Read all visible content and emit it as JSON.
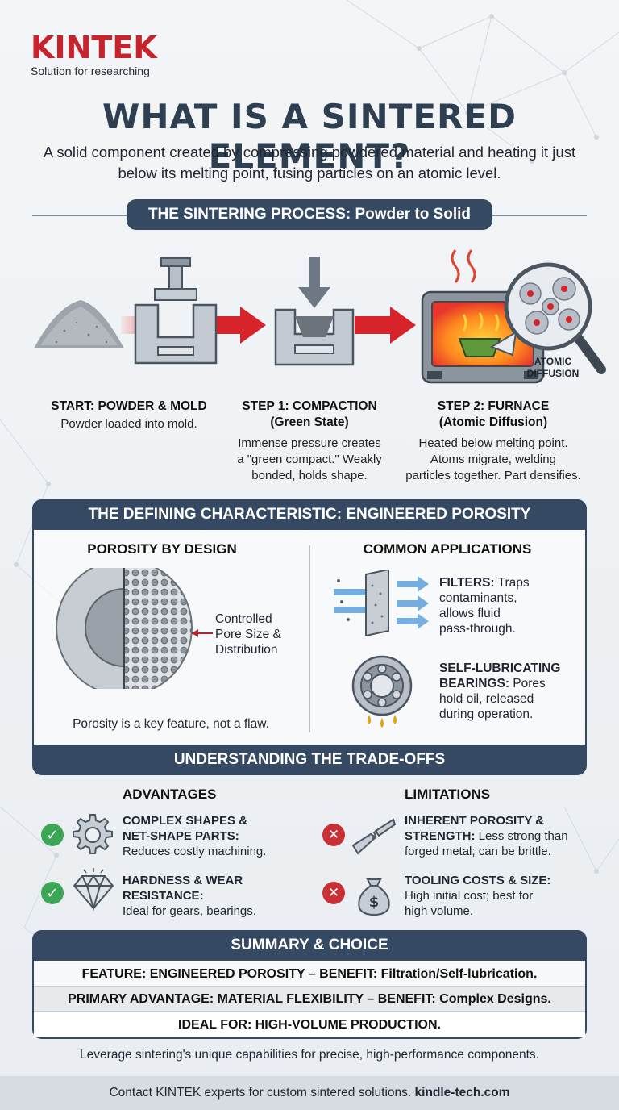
{
  "brand": {
    "name": "KINTEK",
    "tagline": "Solution for researching"
  },
  "title": "WHAT IS A SINTERED ELEMENT?",
  "subtitle": "A solid component created by compressing powdered material and heating it just below its melting point, fusing particles on an atomic level.",
  "process": {
    "header": "THE SINTERING PROCESS: Powder to Solid",
    "diffusion_label_1": "ATOMIC",
    "diffusion_label_2": "DIFFUSION",
    "steps": [
      {
        "title": "START: POWDER & MOLD",
        "title2": "",
        "desc": [
          "Powder loaded into mold."
        ]
      },
      {
        "title": "STEP 1: COMPACTION",
        "title2": "(Green State)",
        "desc": [
          "Immense pressure creates",
          "a \"green compact.\" Weakly",
          "bonded, holds shape."
        ]
      },
      {
        "title": "STEP 2: FURNACE",
        "title2": "(Atomic Diffusion)",
        "desc": [
          "Heated below melting point.",
          "Atoms migrate, welding",
          "particles together. Part densifies."
        ]
      }
    ]
  },
  "porosity": {
    "header": "THE DEFINING CHARACTERISTIC: ENGINEERED POROSITY",
    "design_title": "POROSITY BY DESIGN",
    "callout": [
      "Controlled",
      "Pore Size &",
      "Distribution"
    ],
    "caption": "Porosity is a key feature, not a flaw.",
    "apps_title": "COMMON APPLICATIONS",
    "apps": [
      {
        "bold": "FILTERS:",
        "lines": [
          " Traps",
          "contaminants,",
          "allows fluid",
          "pass-through."
        ]
      },
      {
        "bold": "SELF-LUBRICATING",
        "bold2": "BEARINGS:",
        "lines": [
          " Pores",
          "hold oil, released",
          "during operation."
        ]
      }
    ]
  },
  "tradeoffs": {
    "header": "UNDERSTANDING THE TRADE-OFFS",
    "advantages_title": "ADVANTAGES",
    "limitations_title": "LIMITATIONS",
    "advantages": [
      {
        "bold1": "COMPLEX SHAPES &",
        "bold2": "NET-SHAPE PARTS:",
        "desc": "Reduces costly machining.",
        "icon": "gear-icon"
      },
      {
        "bold1": "HARDNESS & WEAR",
        "bold2": "RESISTANCE:",
        "desc": "Ideal for gears, bearings.",
        "icon": "diamond-icon"
      }
    ],
    "limitations": [
      {
        "bold1": "INHERENT POROSITY &",
        "bold2": "STRENGTH:",
        "rest2": " Less strong than",
        "desc": "forged metal; can be brittle.",
        "icon": "broken-beam-icon"
      },
      {
        "bold1": "TOOLING COSTS & SIZE:",
        "line2": "High initial cost; best for",
        "desc": "high volume.",
        "icon": "money-bag-icon"
      }
    ]
  },
  "summary": {
    "header": "SUMMARY & CHOICE",
    "rows": [
      "FEATURE: ENGINEERED POROSITY – BENEFIT: Filtration/Self-lubrication.",
      "PRIMARY ADVANTAGE: MATERIAL FLEXIBILITY – BENEFIT: Complex Designs.",
      "IDEAL FOR: HIGH-VOLUME PRODUCTION."
    ]
  },
  "closing": "Leverage sintering's unique capabilities for precise, high-performance components.",
  "footer": {
    "text": "Contact KINTEK experts for custom sintered solutions. ",
    "link": "kindle-tech.com"
  },
  "colors": {
    "navy": "#354a62",
    "brand_red": "#c8232c",
    "check_green": "#3aa656",
    "cross_red": "#c93036",
    "arrow_red": "#d6242a"
  }
}
